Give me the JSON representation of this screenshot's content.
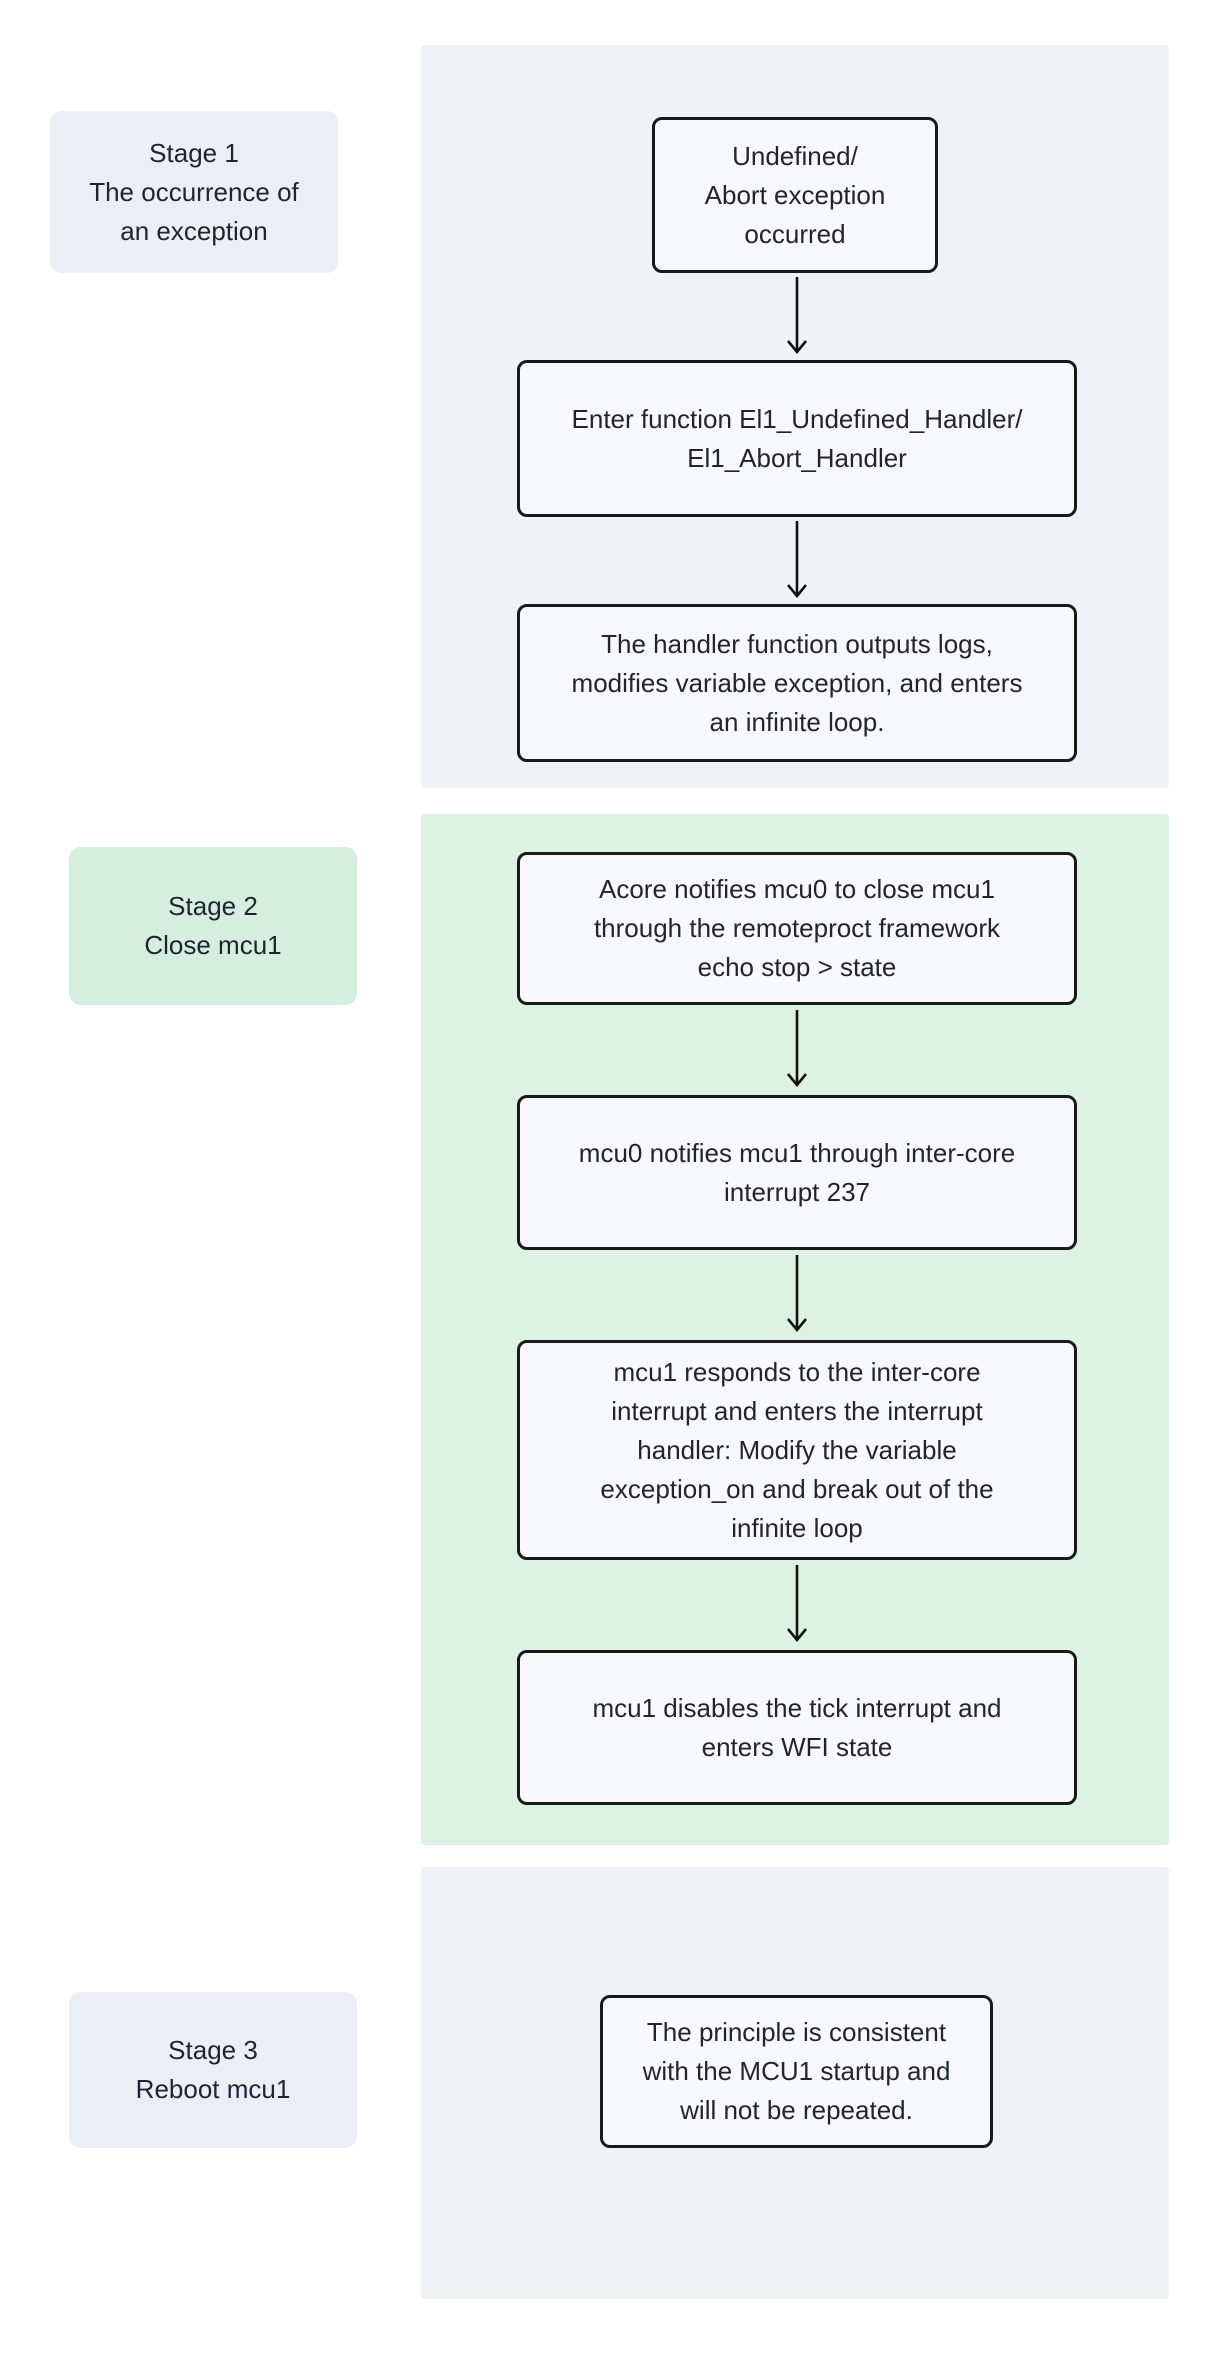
{
  "colors": {
    "panel_gray": "#f1f2f6",
    "panel_green": "#def2e4",
    "label_gray": "#eceef5",
    "label_green": "#d6eedd",
    "node_bg": "#f7f8fb",
    "node_border": "#1a1a1a",
    "text": "#1f2430"
  },
  "stages": [
    {
      "label_title": "Stage 1",
      "label_subtitle": "The occurrence of\nan exception",
      "nodes": [
        "Undefined/\nAbort exception\noccurred",
        "Enter function El1_Undefined_Handler/\nEl1_Abort_Handler",
        "The handler function outputs logs,\nmodifies variable exception, and enters\nan infinite loop."
      ]
    },
    {
      "label_title": "Stage 2",
      "label_subtitle": "Close mcu1",
      "nodes": [
        "Acore notifies mcu0 to close mcu1\nthrough the remoteproct framework\necho stop > state",
        "mcu0 notifies mcu1 through inter-core\ninterrupt 237",
        "mcu1 responds to the inter-core\ninterrupt and enters the interrupt\nhandler: Modify the variable\nexception_on and break out of the\ninfinite loop",
        "mcu1 disables the tick interrupt and\nenters WFI state"
      ]
    },
    {
      "label_title": "Stage 3",
      "label_subtitle": "Reboot mcu1",
      "nodes": [
        "The principle is consistent\nwith the MCU1 startup and\nwill not be repeated."
      ]
    }
  ]
}
